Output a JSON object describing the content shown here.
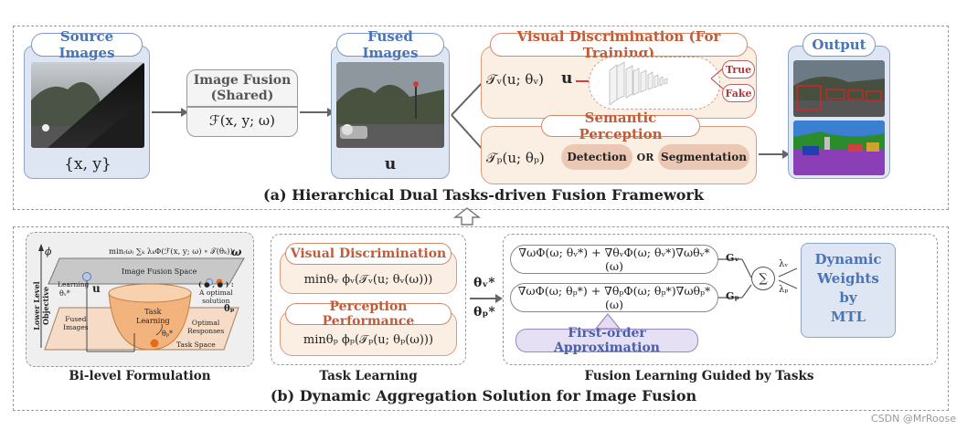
{
  "top": {
    "caption": "(a) Hierarchical Dual Tasks-driven Fusion Framework",
    "source_images": {
      "title": "Source Images",
      "label": "{x, y}"
    },
    "image_fusion": {
      "title_line1": "Image Fusion",
      "title_line2": "(Shared)",
      "formula": "ℱ(x, y; ω)"
    },
    "fused_images": {
      "title": "Fused Images",
      "label": "u"
    },
    "visual_discrimination": {
      "title": "Visual Discrimination (For Training)",
      "formula": "𝒯ᵥ(u; θᵥ)",
      "input": "u",
      "true_tag": "True",
      "fake_tag": "Fake"
    },
    "semantic_perception": {
      "title": "Semantic Perception",
      "formula": "𝒯ₚ(u; θₚ)",
      "detection": "Detection",
      "or": "OR",
      "segmentation": "Segmentation"
    },
    "output": {
      "title": "Output"
    }
  },
  "bottom": {
    "caption": "(b) Dynamic Aggregation Solution for Image Fusion",
    "bilevel": {
      "caption": "Bi-level Formulation",
      "upper_formula": "min₍ω₎ ∑ₖ λₖΦ(ℱ(x, y; ω) ∘ 𝒯(θₖ))",
      "omega": "ω",
      "phi": "ϕ",
      "space_label": "Image Fusion Space",
      "lower_axis": "Lower Level Objective",
      "learning": "Learning",
      "theta_v_star": "θᵥ*",
      "u": "u",
      "optimal_note_line1": "( ● , ● ) :",
      "optimal_note_line2": "A optimal",
      "optimal_note_line3": "solution",
      "fused_images_line1": "Fused",
      "fused_images_line2": "Images",
      "task_learning_line1": "Task",
      "task_learning_line2": "Learning",
      "optimal_responses_line1": "Optimal",
      "optimal_responses_line2": "Responses",
      "theta_p": "θₚ",
      "theta_p_star": "θₚ*",
      "task_space": "Task Space"
    },
    "task_learning": {
      "caption": "Task Learning",
      "vd_title": "Visual Discrimination",
      "vd_formula": "minθᵥ ϕᵥ(𝒯ᵥ(u; θᵥ(ω)))",
      "pp_title": "Perception Performance",
      "pp_formula": "minθₚ ϕₚ(𝒯ₚ(u; θₚ(ω)))",
      "theta_v_star": "θᵥ*",
      "theta_p_star": "θₚ*"
    },
    "fusion_learning": {
      "caption": "Fusion Learning Guided by Tasks",
      "grad_v": "∇ωΦ(ω; θᵥ*) + ∇θᵥΦ(ω; θᵥ*)∇ωθᵥ*(ω)",
      "grad_p": "∇ωΦ(ω; θₚ*) + ∇θₚΦ(ω; θₚ*)∇ωθₚ*(ω)",
      "g_v": "Gᵥ",
      "g_p": "Gₚ",
      "sum": "∑",
      "lambda_v": "λᵥ",
      "lambda_p": "λₚ",
      "first_order": "First-order Approximation",
      "dynamic_line1": "Dynamic",
      "dynamic_line2": "Weights",
      "dynamic_line3": "by",
      "dynamic_line4": "MTL"
    }
  },
  "watermark": "CSDN @MrRoose",
  "colors": {
    "blue_fill": "#dde6f2",
    "blue_accent": "#4a74b5",
    "orange_fill": "#fbeee3",
    "orange_accent": "#c25b37"
  }
}
